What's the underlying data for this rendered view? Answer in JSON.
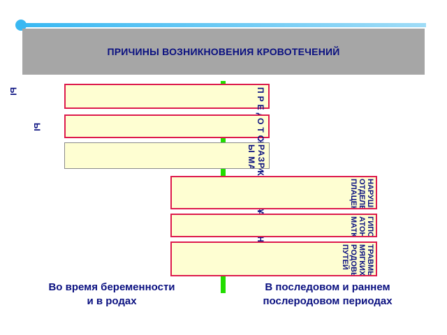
{
  "header": {
    "title": "ПРИЧИНЫ ВОЗНИКНОВЕНИЯ КРОВОТЕЧЕНИЙ"
  },
  "left_causes": [
    {
      "lines": "ПРЕДЛЕЖАНИЕ ПЛАЦЕНТ",
      "overflow": "Ы"
    },
    {
      "lines": "ОТСЛОЙКА ПЛАЦЕНТ",
      "overflow": "Ы"
    },
    {
      "lines": "РАЗРЫВ\nЫ МАТКИ",
      "overflow": ""
    }
  ],
  "right_causes": [
    {
      "lines": "НАРУШЕНИЕ\nОТДЕЛЕНИЯ\nПЛАЦЕНТЫ"
    },
    {
      "lines": "ГИПО-\nАТОНИЯ\nМАТКИ"
    },
    {
      "lines": "ТРАВМЫ\nМЯГКИХ\nРОДОВЫХ\nПУТЕЙ"
    }
  ],
  "captions": {
    "left": "Во время беременности\nи в родах",
    "right": "В последовом и раннем\nпослеродовом периодах"
  }
}
